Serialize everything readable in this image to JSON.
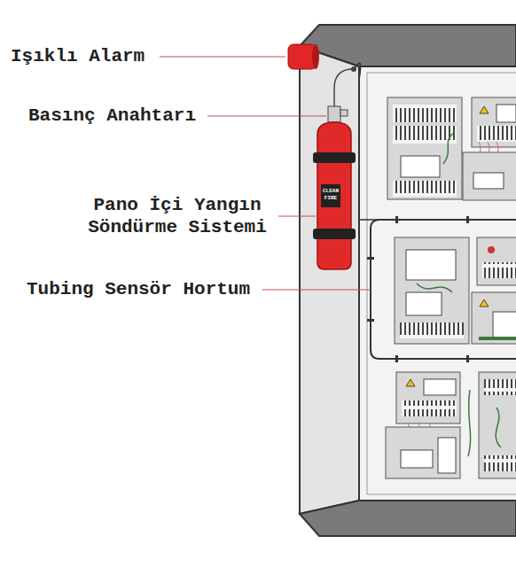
{
  "diagram": {
    "labels": [
      "Işıklı Alarm",
      "Basınç Anahtarı",
      "Pano İçi Yangın Söndürme Sistemi",
      "Tubing Sensör Hortum",
      "CLEAN FIRE"
    ]
  }
}
